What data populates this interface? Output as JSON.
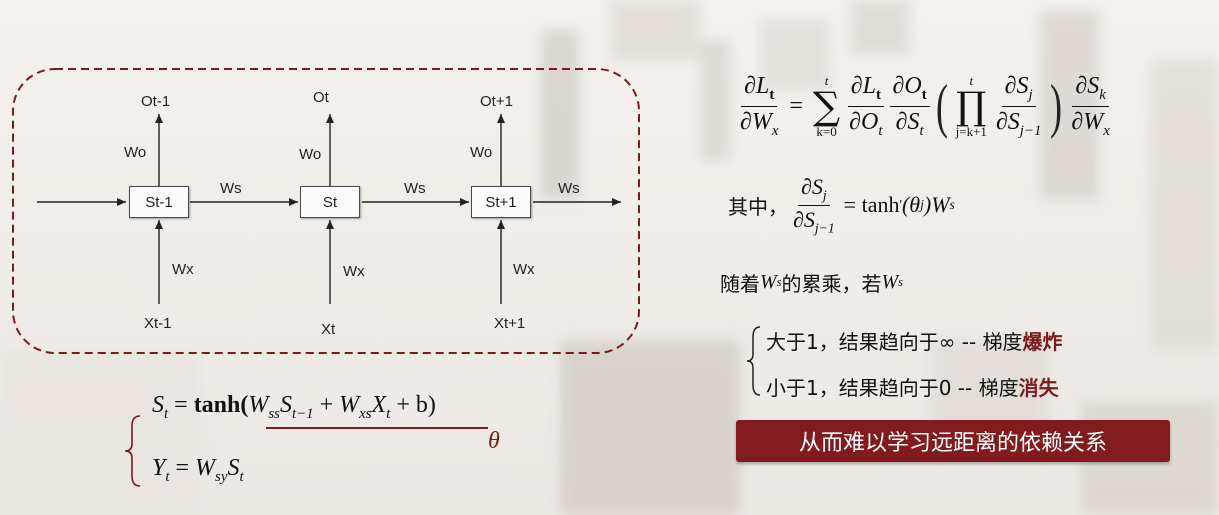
{
  "diagram": {
    "nodes": [
      "St-1",
      "St",
      "St+1"
    ],
    "outputs": [
      "Ot-1",
      "Ot",
      "Ot+1"
    ],
    "inputs": [
      "Xt-1",
      "Xt",
      "Xt+1"
    ],
    "output_weight": "Wo",
    "recurrent_weight": "Ws",
    "input_weight": "Wx"
  },
  "state_equations": {
    "S": "S",
    "t": "t",
    "eq": "=",
    "tanh": "tanh(",
    "W": "W",
    "ss": "ss",
    "t_minus_1": "t−1",
    "plus1": " +",
    "xs": "xs",
    "X": "X",
    "plus_b": " + b)",
    "theta": "θ",
    "Y": "Y",
    "sy": "sy"
  },
  "gradient": {
    "partial_L": "∂L",
    "t_sub": "t",
    "partial_W": "∂W",
    "x_sub": "x",
    "equals": "=",
    "sum_top": "t",
    "sum_bottom": "k=0",
    "sum_sym": "∑",
    "partial_O": "∂O",
    "partial_S": "∂S",
    "prod_top": "t",
    "prod_bottom": "j=k+1",
    "prod_sym": "∏",
    "j_sub": "j",
    "j_minus_1": "j−1",
    "k_sub": "k"
  },
  "where": {
    "prefix": "其中，",
    "rhs": "= tanh",
    "prime": "'",
    "theta_part": "(θ",
    "close": ")W",
    "s_sub": "s"
  },
  "accum": {
    "prefix": "随着 ",
    "W": "W",
    "s_sub": "s",
    "middle": " 的累乘，若",
    "W2": "W",
    "s_sub2": "s"
  },
  "cases": {
    "greater": "大于1，结果趋向于∞ -- 梯度",
    "greater_hl": "爆炸",
    "less": "小于1，结果趋向于0  -- 梯度",
    "less_hl": "消失"
  },
  "conclusion": "从而难以学习远距离的依赖关系",
  "colors": {
    "accent": "#821b1e",
    "dashed_border": "#7b1c1c"
  }
}
